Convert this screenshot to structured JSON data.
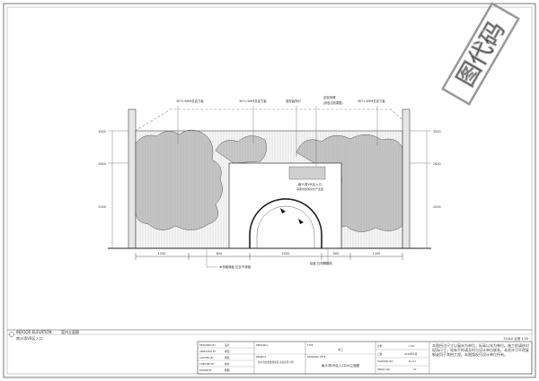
{
  "watermark": "图代码",
  "drawing": {
    "callouts_top": [
      "30*1.5MM亚克力板",
      "30*1.5MM亚克力板",
      "造型装饰灯",
      "定制吊牌",
      "30*1.5MM亚克力板"
    ],
    "callouts_sub": [
      "(颜色见效果图)"
    ],
    "sign_text": "南沙湾VR区入口",
    "sign_small": "海南省旅游文化产业园",
    "left_levels": [
      "3500",
      "2600",
      "2000"
    ],
    "right_levels": [
      "3500",
      "2600",
      "2000"
    ],
    "bottom_dims": [
      "1200",
      "800",
      "2000",
      "800",
      "1200"
    ],
    "bottom_callouts": [
      "木饰面墙板 拉丝不锈钢",
      "铝板 石材踢脚线"
    ]
  },
  "title_bar": {
    "code": "INDOOR ELEVATION",
    "name": "室内立面图",
    "subtitle": "南沙湾VR区入口",
    "scale": "SCALE 比例 1:35"
  },
  "titleblock": {
    "rows_left": [
      {
        "label": "DESIGNED BY",
        "value": "设计"
      },
      {
        "label": "APPROVED BY",
        "value": "审定"
      },
      {
        "label": "AUDITED BY",
        "value": "审核"
      },
      {
        "label": "CHECKED BY",
        "value": "校对"
      },
      {
        "label": "DRAWN BY",
        "value": "制图"
      }
    ],
    "principal": "PRINCIPAL",
    "project_label": "PROJECT",
    "project_value": "南沙湾文化旅游项目 商业街区 D区",
    "type_label": "TYPE",
    "type_value": "施工",
    "drawing_title_label": "DRAWING TITLE",
    "drawing_title_value": "南沙湾VR区入口DA立面图",
    "meta": [
      {
        "label": "比例",
        "value": "1:40"
      },
      {
        "label": "日期",
        "value": "2015年5月"
      },
      {
        "label": "DRAWING NO",
        "value": "EL-01"
      },
      {
        "label": "SERIAL NO",
        "value": "22"
      }
    ],
    "notes": "本图所注尺寸以毫米为单位，标高以米为单位。施工前请核对现场尺寸，如有不符请及时与设计单位联系。未经许可不得复制或用于其他工程。本图版权归设计单位所有。"
  }
}
